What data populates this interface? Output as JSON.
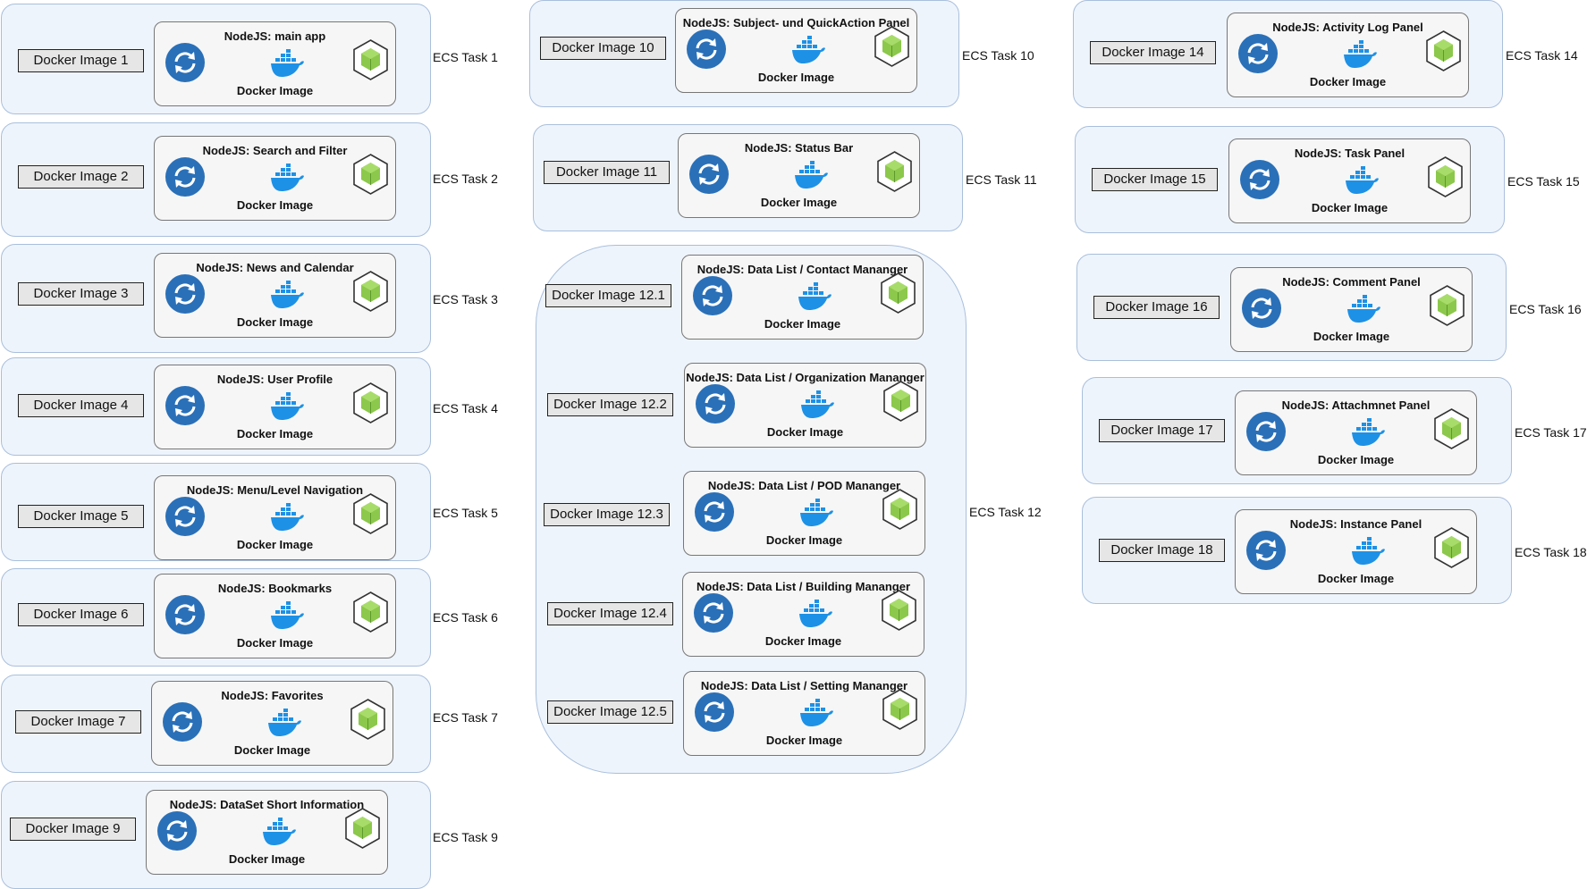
{
  "diagram": {
    "title": "",
    "icons": {
      "sync": "sync-arrows-icon",
      "docker": "docker-whale-icon",
      "node": "nodejs-cube-icon"
    },
    "colors": {
      "task_fill": "#eef4fc",
      "task_border": "#a9bfdc",
      "image_box_fill": "#e6e6e6",
      "service_fill": "#f6f6f6",
      "sync_blue": "#2a70b8",
      "docker_blue": "#1d91e6",
      "node_green": "#8cc84b"
    },
    "tasks": [
      {
        "id": "t1",
        "label": "ECS Task 1",
        "services": [
          {
            "image": "Docker Image 1",
            "title": "NodeJS: main app",
            "subtitle": "Docker Image"
          }
        ]
      },
      {
        "id": "t2",
        "label": "ECS Task 2",
        "services": [
          {
            "image": "Docker Image 2",
            "title": "NodeJS: Search and Filter",
            "subtitle": "Docker Image"
          }
        ]
      },
      {
        "id": "t3",
        "label": "ECS Task 3",
        "services": [
          {
            "image": "Docker Image 3",
            "title": "NodeJS: News and Calendar",
            "subtitle": "Docker Image"
          }
        ]
      },
      {
        "id": "t4",
        "label": "ECS Task 4",
        "services": [
          {
            "image": "Docker Image 4",
            "title": "NodeJS: User Profile",
            "subtitle": "Docker Image"
          }
        ]
      },
      {
        "id": "t5",
        "label": "ECS Task 5",
        "services": [
          {
            "image": "Docker Image 5",
            "title": "NodeJS: Menu/Level Navigation",
            "subtitle": "Docker Image"
          }
        ]
      },
      {
        "id": "t6",
        "label": "ECS Task 6",
        "services": [
          {
            "image": "Docker Image 6",
            "title": "NodeJS: Bookmarks",
            "subtitle": "Docker Image"
          }
        ]
      },
      {
        "id": "t7",
        "label": "ECS Task 7",
        "services": [
          {
            "image": "Docker Image 7",
            "title": "NodeJS: Favorites",
            "subtitle": "Docker Image"
          }
        ]
      },
      {
        "id": "t9",
        "label": "ECS Task 9",
        "services": [
          {
            "image": "Docker Image 9",
            "title": "NodeJS: DataSet Short Information",
            "subtitle": "Docker Image"
          }
        ]
      },
      {
        "id": "t10",
        "label": "ECS Task 10",
        "services": [
          {
            "image": "Docker Image 10",
            "title": "NodeJS: Subject- und QuickAction Panel",
            "subtitle": "Docker Image"
          }
        ]
      },
      {
        "id": "t11",
        "label": "ECS Task 11",
        "services": [
          {
            "image": "Docker Image 11",
            "title": "NodeJS: Status Bar",
            "subtitle": "Docker Image"
          }
        ]
      },
      {
        "id": "t12",
        "label": "ECS Task 12",
        "services": [
          {
            "image": "Docker Image 12.1",
            "title": "NodeJS: Data List / Contact Mananger",
            "subtitle": "Docker Image"
          },
          {
            "image": "Docker Image 12.2",
            "title": "NodeJS: Data List / Organization Mananger",
            "subtitle": "Docker Image"
          },
          {
            "image": "Docker Image 12.3",
            "title": "NodeJS: Data List / POD Mananger",
            "subtitle": "Docker Image"
          },
          {
            "image": "Docker Image 12.4",
            "title": "NodeJS: Data List / Building Mananger",
            "subtitle": "Docker Image"
          },
          {
            "image": "Docker Image 12.5",
            "title": "NodeJS: Data List / Setting Mananger",
            "subtitle": "Docker Image"
          }
        ]
      },
      {
        "id": "t14",
        "label": "ECS Task 14",
        "services": [
          {
            "image": "Docker Image 14",
            "title": "NodeJS: Activity Log Panel",
            "subtitle": "Docker Image"
          }
        ]
      },
      {
        "id": "t15",
        "label": "ECS Task 15",
        "services": [
          {
            "image": "Docker Image 15",
            "title": "NodeJS: Task Panel",
            "subtitle": "Docker Image"
          }
        ]
      },
      {
        "id": "t16",
        "label": "ECS Task 16",
        "services": [
          {
            "image": "Docker Image 16",
            "title": "NodeJS: Comment Panel",
            "subtitle": "Docker Image"
          }
        ]
      },
      {
        "id": "t17",
        "label": "ECS Task 17",
        "services": [
          {
            "image": "Docker Image 17",
            "title": "NodeJS: Attachmnet Panel",
            "subtitle": "Docker Image"
          }
        ]
      },
      {
        "id": "t18",
        "label": "ECS Task 18",
        "services": [
          {
            "image": "Docker Image 18",
            "title": "NodeJS: Instance Panel",
            "subtitle": "Docker Image"
          }
        ]
      }
    ]
  }
}
